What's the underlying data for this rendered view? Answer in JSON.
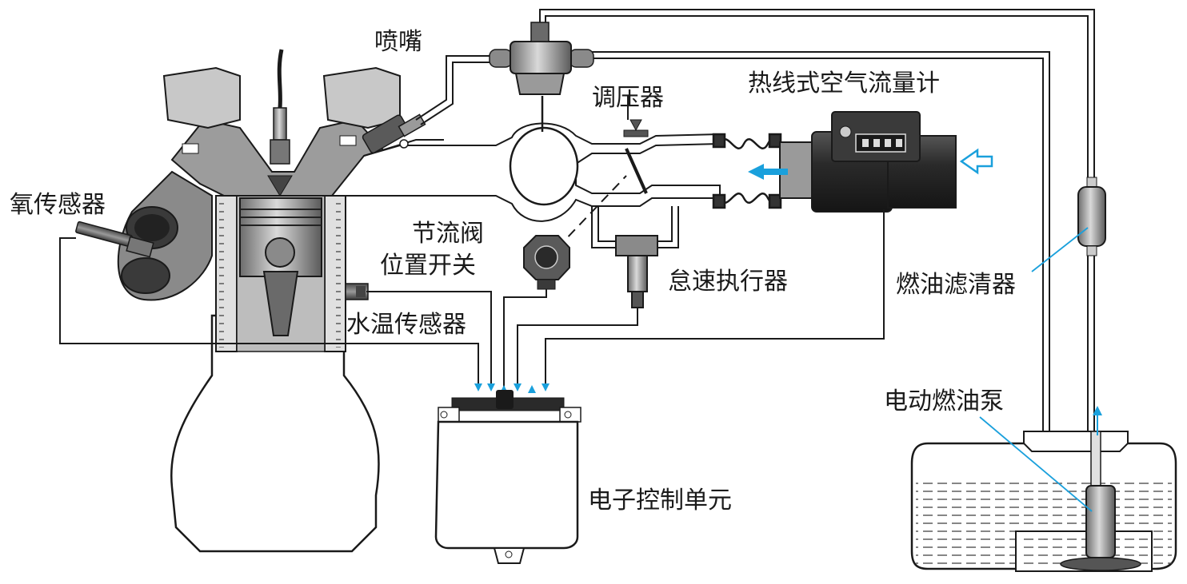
{
  "labels": {
    "injector": "喷嘴",
    "pressure_regulator": "调压器",
    "hot_wire_maf": "热线式空气流量计",
    "oxygen_sensor": "氧传感器",
    "throttle_position_switch_line1": "节流阀",
    "throttle_position_switch_line2": "位置开关",
    "idle_actuator": "怠速执行器",
    "fuel_filter": "燃油滤清器",
    "coolant_temp_sensor": "水温传感器",
    "electric_fuel_pump": "电动燃油泵",
    "ecu": "电子控制单元"
  },
  "colors": {
    "line": "#1a1a1a",
    "component_dark": "#3a3a3a",
    "component_mid": "#8a8a8a",
    "component_light": "#cfcfcf",
    "accent_blue": "#1aa0dc",
    "background": "#ffffff"
  }
}
